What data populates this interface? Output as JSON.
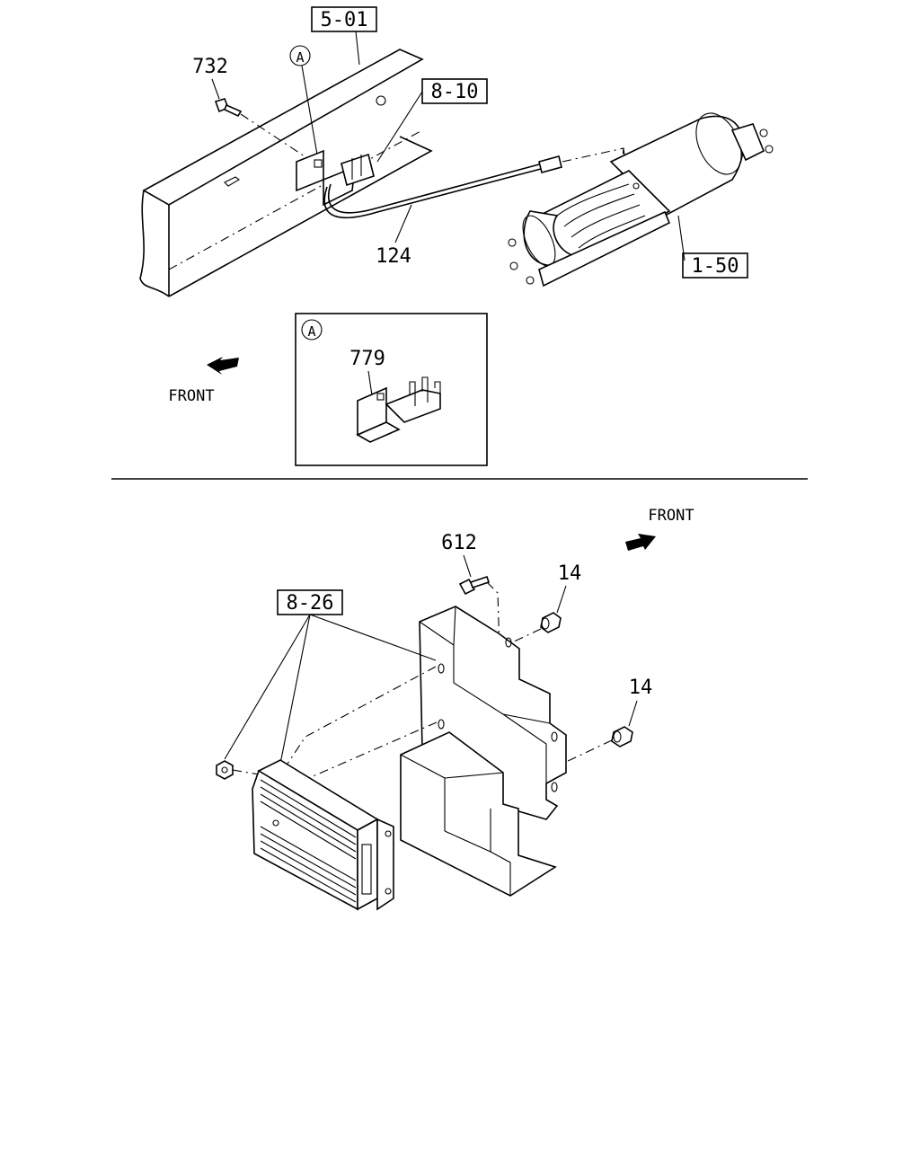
{
  "top_section": {
    "ref_frame": "5-01",
    "ref_harness": "8-10",
    "ref_dpf": "1-50",
    "callout_a": "A",
    "part_bolt": "732",
    "part_cable": "124",
    "front": "FRONT",
    "detail": {
      "label": "A",
      "part_clip": "779"
    }
  },
  "bottom_section": {
    "ref_controller": "8-26",
    "part_bolt": "612",
    "part_collar_upper": "14",
    "part_collar_lower": "14",
    "front": "FRONT"
  }
}
